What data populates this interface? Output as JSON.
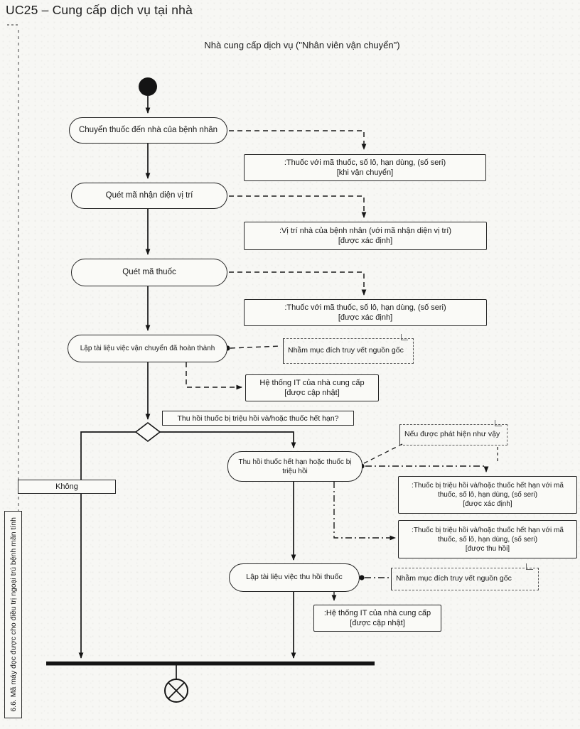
{
  "page": {
    "title": "UC25 – Cung cấp dịch vụ tại nhà",
    "swimlane_header": "Nhà cung cấp dịch vụ (\"Nhân viên vận chuyển\")",
    "sidebar_label": "6.6. Mã máy đọc được cho điều trị ngoại trú bệnh mãn tính"
  },
  "diagram": {
    "type": "uml-activity-flowchart",
    "activities": {
      "deliver": "Chuyển thuốc đến nhà của bệnh nhân",
      "scan_location": "Quét mã nhận diện vị trí",
      "scan_drug": "Quét mã thuốc",
      "document_delivery": "Lập tài liệu việc vận chuyển đã hoàn thành",
      "collect_recalled": "Thu hồi thuốc hết hạn hoặc thuốc bị\ntriệu hồi",
      "document_recall": "Lập tài liệu việc thu hồi thuốc"
    },
    "objects": {
      "drug_in_transport": ":Thuốc với mã thuốc, số lô, hạn dùng, (số seri)\n[khi vận chuyển]",
      "location_identified": ":Vị trí nhà của bệnh nhân (với mã nhận diện vị trí)\n[được xác định]",
      "drug_identified": ":Thuốc với mã thuốc, số lô, hạn dùng, (số seri)\n[được xác định]",
      "it_system_updated_1": "Hệ thống IT của nhà cung cấp\n[được cập nhật]",
      "recalled_drug_identified": ":Thuốc bị triệu hồi và/hoặc thuốc hết hạn với mã\nthuốc, số lô, hạn dùng, (số seri)\n[được xác định]",
      "recalled_drug_collected": ":Thuốc bị triệu hồi và/hoặc thuốc hết hạn với mã\nthuốc, số lô, hạn dùng, (số seri)\n[được thu hồi]",
      "it_system_updated_2": ":Hệ thống IT của nhà cung cấp\n[được cập nhật]"
    },
    "decision": {
      "question": "Thu hồi thuốc bị triệu hồi và/hoặc thuốc hết hạn?",
      "no_label": "Không"
    },
    "notes": {
      "traceability_delivery": "Nhằm mục đích truy vết nguồn gốc",
      "if_detected": "Nếu được phát hiện như vậy",
      "traceability_recall": "Nhằm mục đích truy vết nguồn gốc"
    }
  }
}
